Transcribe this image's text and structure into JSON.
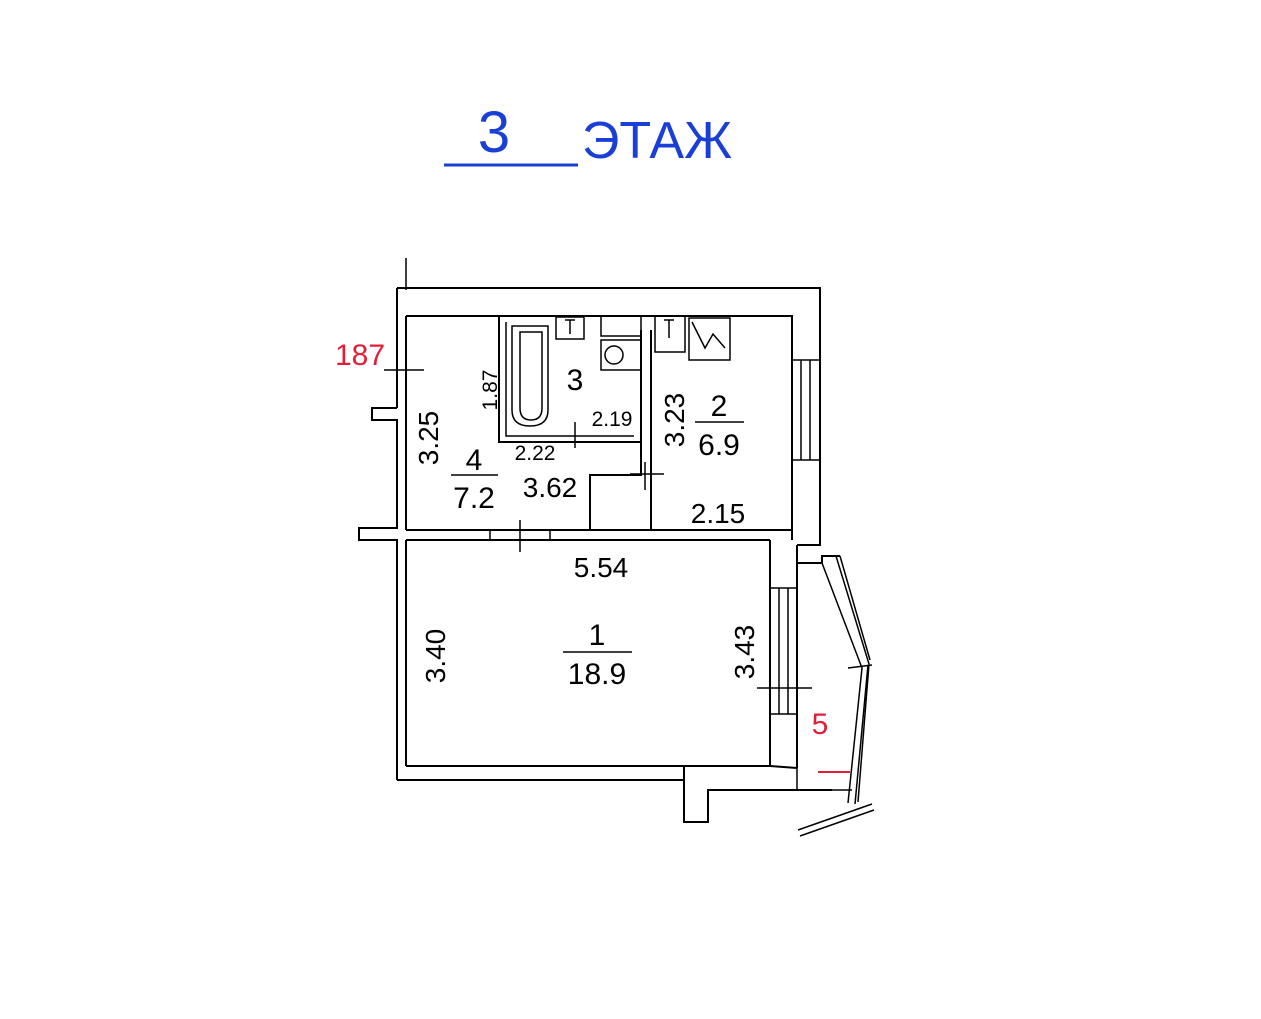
{
  "title": {
    "floor_number": "3",
    "floor_word": "ЭТАЖ"
  },
  "marks": {
    "height_mark": "187",
    "balcony_number": "5"
  },
  "rooms": [
    {
      "number": "1",
      "area": "18.9"
    },
    {
      "number": "2",
      "area": "6.9"
    },
    {
      "number": "3",
      "area": ""
    },
    {
      "number": "4",
      "area": "7.2"
    }
  ],
  "dimensions": {
    "room1_width": "5.54",
    "room1_left_height": "3.40",
    "room1_right_height": "3.43",
    "room2_height": "3.23",
    "room2_width": "2.15",
    "room3_height": "1.87",
    "room3_width": "2.19",
    "hall_width_top": "2.22",
    "hall_width": "3.62",
    "hall_height": "3.25"
  }
}
